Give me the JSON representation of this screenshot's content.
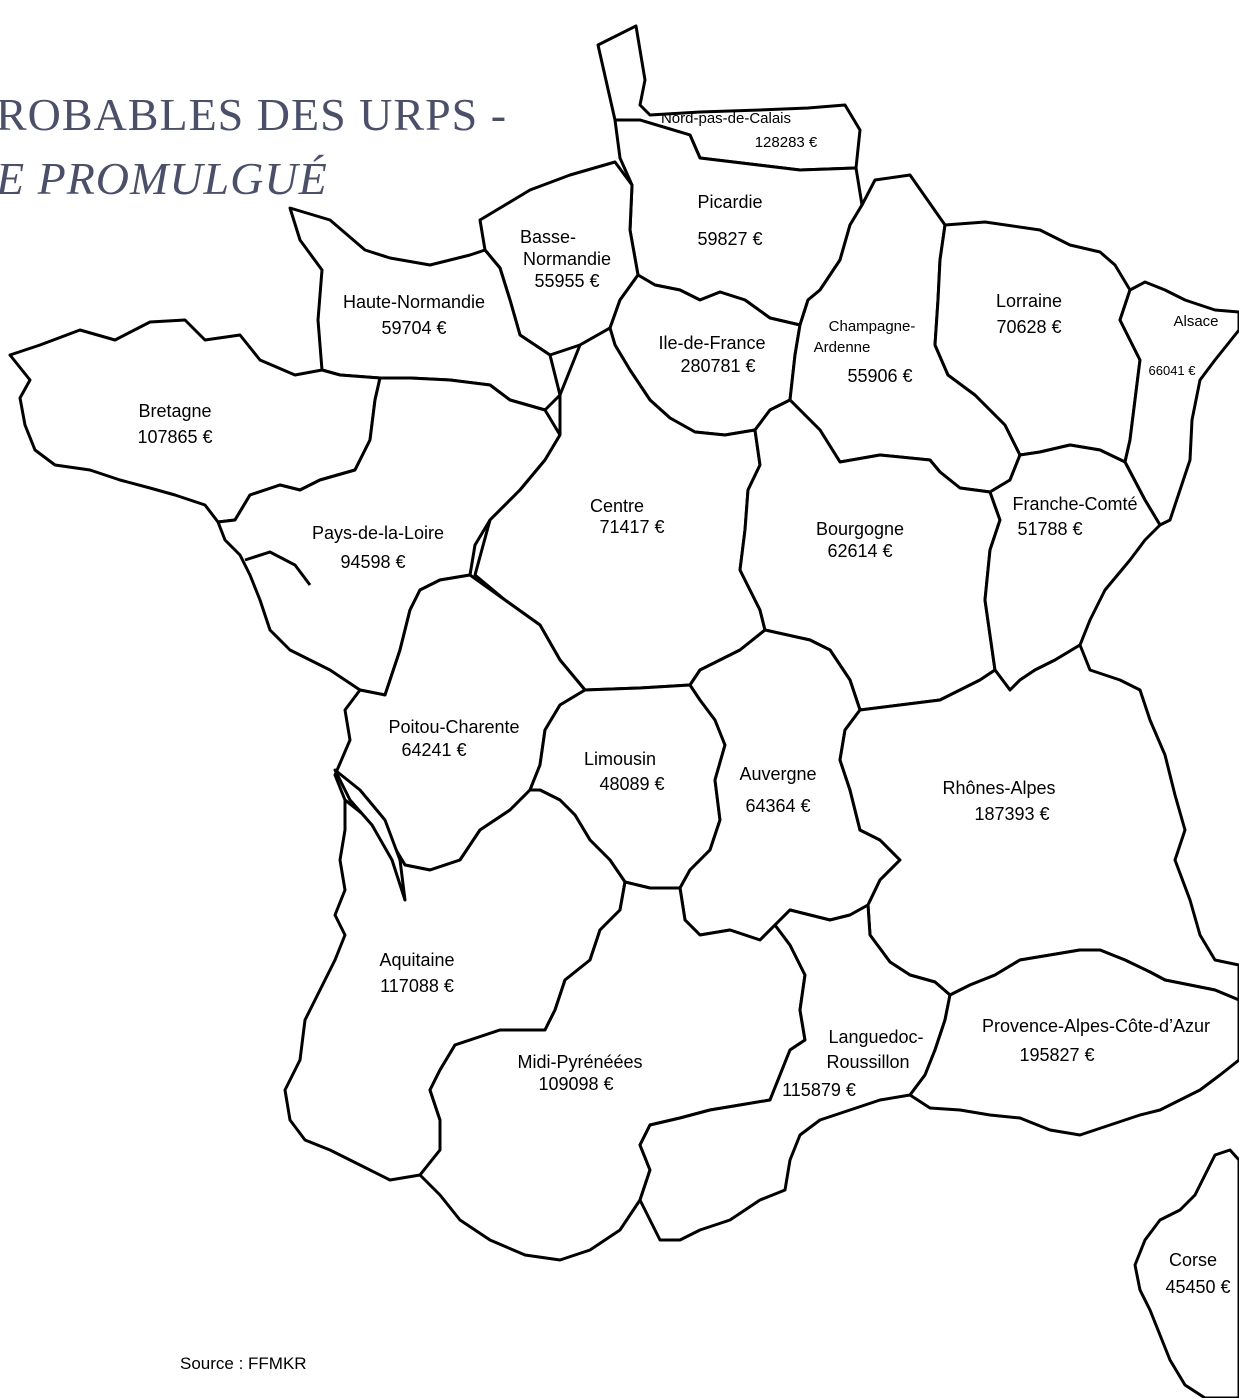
{
  "title": {
    "line1": "ROBABLES DES URPS -",
    "line2": "E PROMULGUÉ"
  },
  "source": "Source : FFMKR",
  "regions": [
    {
      "id": "nord-pas-de-calais",
      "name": "Nord-pas-de-Calais",
      "value": "128283 €"
    },
    {
      "id": "picardie",
      "name": "Picardie",
      "value": "59827 €"
    },
    {
      "id": "basse-normandie",
      "name_lines": [
        "Basse-",
        "Normandie"
      ],
      "value": "55955 €"
    },
    {
      "id": "haute-normandie",
      "name": "Haute-Normandie",
      "value": "59704 €"
    },
    {
      "id": "ile-de-france",
      "name": "Ile-de-France",
      "value": "280781 €"
    },
    {
      "id": "champagne-ardenne",
      "name_lines": [
        "Champagne-",
        "Ardenne"
      ],
      "value": "55906 €"
    },
    {
      "id": "lorraine",
      "name": "Lorraine",
      "value": "70628 €"
    },
    {
      "id": "alsace",
      "name": "Alsace",
      "value": "66041 €"
    },
    {
      "id": "bretagne",
      "name": "Bretagne",
      "value": "107865 €"
    },
    {
      "id": "pays-de-la-loire",
      "name": "Pays-de-la-Loire",
      "value": "94598 €"
    },
    {
      "id": "centre",
      "name": "Centre",
      "value": "71417 €"
    },
    {
      "id": "bourgogne",
      "name": "Bourgogne",
      "value": "62614 €"
    },
    {
      "id": "franche-comte",
      "name": "Franche-Comté",
      "value": "51788 €"
    },
    {
      "id": "poitou-charente",
      "name": "Poitou-Charente",
      "value": "64241 €"
    },
    {
      "id": "limousin",
      "name": "Limousin",
      "value": "48089 €"
    },
    {
      "id": "auvergne",
      "name": "Auvergne",
      "value": "64364 €"
    },
    {
      "id": "rhones-alpes",
      "name": "Rhônes-Alpes",
      "value": "187393 €"
    },
    {
      "id": "aquitaine",
      "name": "Aquitaine",
      "value": "117088 €"
    },
    {
      "id": "midi-pyrenees",
      "name": "Midi-Pyrénéées",
      "value": "109098 €"
    },
    {
      "id": "languedoc-roussillon",
      "name_lines": [
        "Languedoc-",
        "Roussillon"
      ],
      "value": "115879 €"
    },
    {
      "id": "paca",
      "name": "Provence-Alpes-Côte-d’Azur",
      "value": "195827 €"
    },
    {
      "id": "corse",
      "name": "Corse",
      "value": "45450 €"
    }
  ]
}
